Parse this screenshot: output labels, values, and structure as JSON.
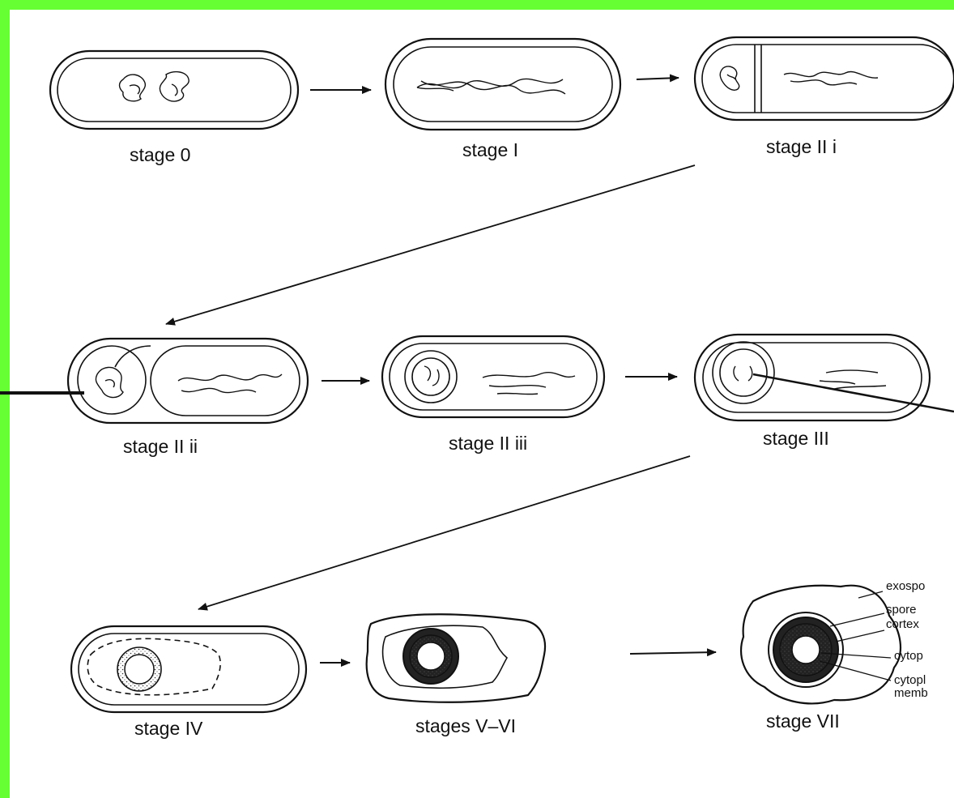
{
  "stages": [
    {
      "id": "stage-0",
      "label": "stage 0"
    },
    {
      "id": "stage-1",
      "label": "stage I"
    },
    {
      "id": "stage-2i",
      "label": "stage II i"
    },
    {
      "id": "stage-2ii",
      "label": "stage II ii"
    },
    {
      "id": "stage-2iii",
      "label": "stage II iii"
    },
    {
      "id": "stage-3",
      "label": "stage III"
    },
    {
      "id": "stage-4",
      "label": "stage IV"
    },
    {
      "id": "stage-5-6",
      "label": "stages V–VI"
    },
    {
      "id": "stage-7",
      "label": "stage VII"
    }
  ],
  "annotations": {
    "exosporium": "exospo",
    "spore_coat": "spore",
    "cortex": "cortex",
    "cytoplasm": "cytop",
    "cytoplasmic_membrane_1": "cytopl",
    "cytoplasmic_membrane_2": "memb"
  },
  "colors": {
    "border": "#66ff33",
    "ink": "#111111",
    "background": "#ffffff"
  }
}
